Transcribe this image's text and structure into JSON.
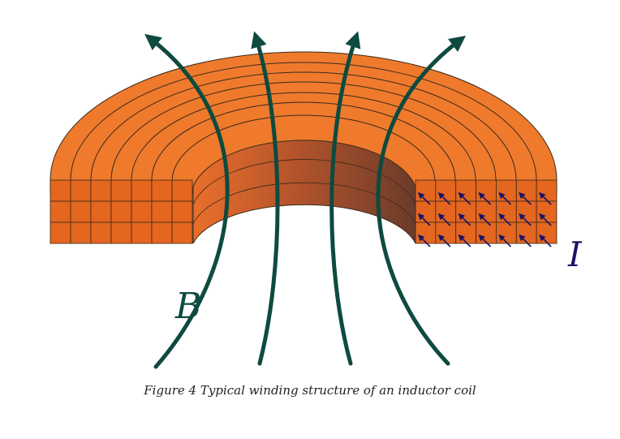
{
  "figure": {
    "caption": "Figure 4 Typical winding structure of an inductor coil",
    "label_field": "B",
    "label_current": "I"
  },
  "colors": {
    "coil_light": "#ef7a2c",
    "coil_inner_dark": "#6b3b2a",
    "coil_edge": "#3a2a1a",
    "field_lines": "#0e4a3f",
    "current_arrows": "#1c1466",
    "label_text": "#0e4a3f"
  },
  "icons": {
    "field_line_arrow": "arrowhead-icon",
    "current_arrow": "diagonal-arrow-icon"
  }
}
